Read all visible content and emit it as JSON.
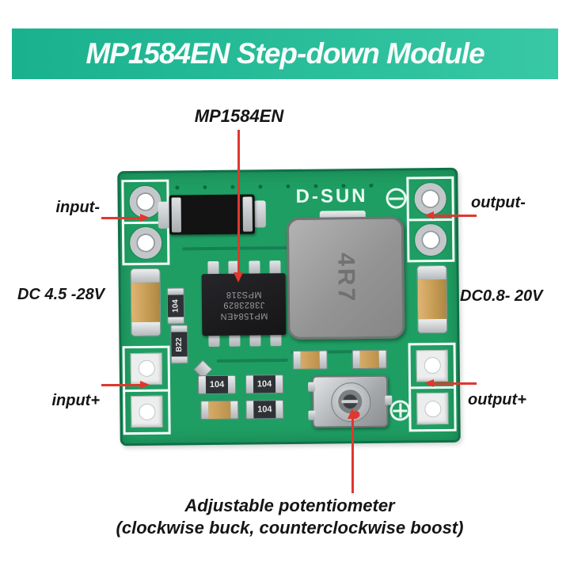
{
  "banner": {
    "title": "MP1584EN Step-down Module"
  },
  "labels": {
    "chip_callout": "MP1584EN",
    "input_minus": "input-",
    "output_minus": "output-",
    "input_voltage_range": "DC 4.5 -28V",
    "output_voltage_range": "DC0.8- 20V",
    "input_plus": "input+",
    "output_plus": "output+",
    "potentiometer_line1": "Adjustable potentiometer",
    "potentiometer_line2": "(clockwise buck, counterclockwise boost)"
  },
  "pcb": {
    "silkscreen_brand": "D-SUN",
    "ic_marking": {
      "line1": "MP1584EN",
      "line2": "J3823829",
      "line3": "MPS318"
    },
    "inductor_marking": "4R7",
    "resistors": {
      "left_column_top": "104",
      "left_column_bottom": "B22",
      "row1_left": "104",
      "row1_right": "104",
      "row2_right": "104"
    }
  },
  "colors": {
    "banner_gradient_start": "#19b18e",
    "banner_gradient_end": "#38c8a5",
    "board_green": "#1f9e63",
    "annotation_red": "#e0372e"
  }
}
